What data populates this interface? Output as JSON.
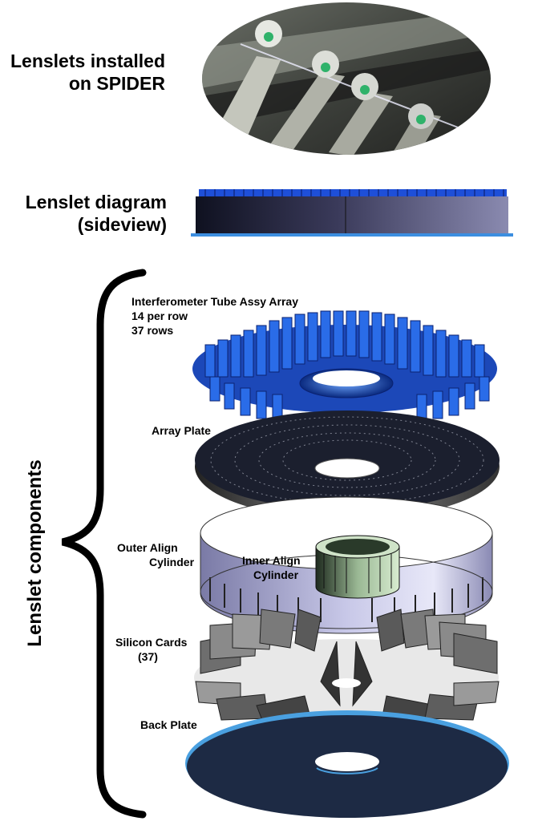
{
  "labels": {
    "photo_caption": [
      "Lenslets installed",
      "on SPIDER"
    ],
    "diagram_caption": [
      "Lenslet diagram",
      "(sideview)"
    ],
    "components_caption": "Lenslet components",
    "tube_array": [
      "Interferometer Tube Assy Array",
      "14 per row",
      "37 rows"
    ],
    "array_plate": "Array Plate",
    "outer_align": [
      "Outer Align",
      "Cylinder"
    ],
    "inner_align": [
      "Inner Align",
      "Cylinder"
    ],
    "silicon_cards": [
      "Silicon Cards",
      "(37)"
    ],
    "back_plate": "Back Plate"
  },
  "colors": {
    "tube_blue": "#1f5fd8",
    "plate_dark": "#1b1f2e",
    "cylinder_lavender": "#b8b8dc",
    "inner_green": "#b8d4b0",
    "card_gray": "#7a7a7a",
    "back_plate_navy": "#1d2a44",
    "back_plate_edge": "#4aa0e0"
  },
  "icons": {
    "photo": "lenslet-photo-image",
    "brace": "curly-brace"
  }
}
